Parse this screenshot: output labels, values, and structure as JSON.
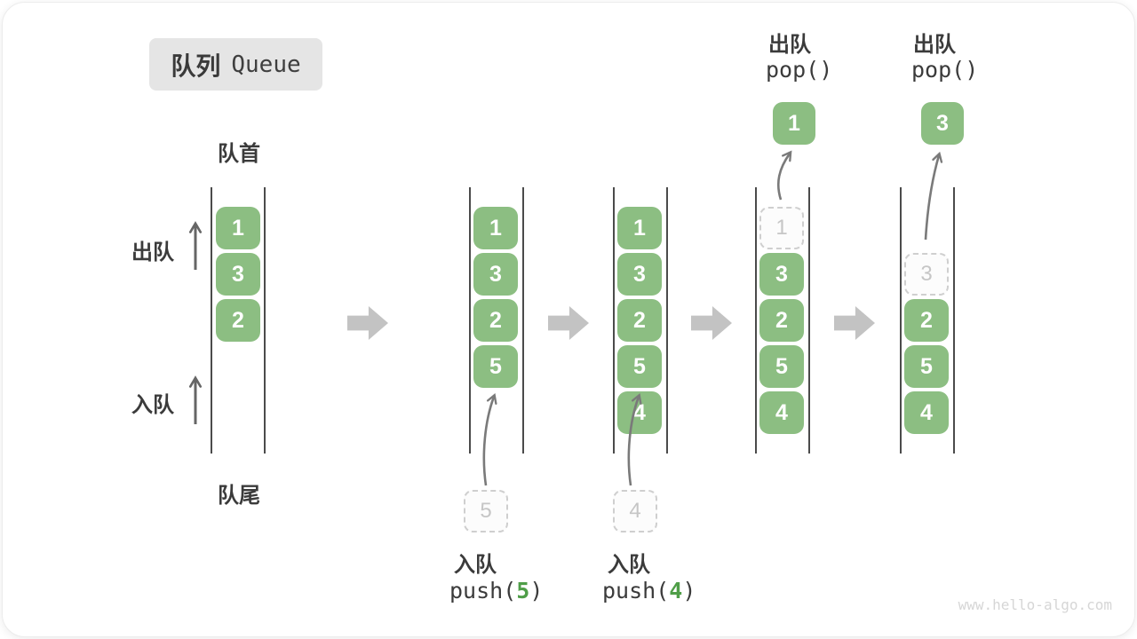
{
  "title": {
    "zh": "队列",
    "en": "Queue"
  },
  "watermark": "www.hello-algo.com",
  "colors": {
    "cell_green": "#8cbe82",
    "code_green": "#4f9e48",
    "line_dark": "#4b4b4b",
    "arrow_gray": "#7a7a7a",
    "label_arrow_gray": "#666666",
    "block_arrow_gray": "#c3c3c3",
    "title_bg": "#e5e5e5",
    "text_dark": "#3b3b3b",
    "ghost_gray": "#c6c6c6"
  },
  "stage1": {
    "front_label": "队首",
    "rear_label": "队尾",
    "dequeue_label": "出队",
    "enqueue_label": "入队",
    "cells": [
      "1",
      "3",
      "2"
    ]
  },
  "stage2": {
    "cells": [
      "1",
      "3",
      "2",
      "5"
    ],
    "incoming": "5",
    "op_label": "入队",
    "fn": "push(",
    "arg": "5",
    "close": ")"
  },
  "stage3": {
    "cells": [
      "1",
      "3",
      "2",
      "5",
      "4"
    ],
    "incoming": "4",
    "op_label": "入队",
    "fn": "push(",
    "arg": "4",
    "close": ")"
  },
  "stage4": {
    "ghost": "1",
    "cells": [
      "3",
      "2",
      "5",
      "4"
    ],
    "popped": "1",
    "op_label": "出队",
    "code": "pop()"
  },
  "stage5": {
    "ghost": "3",
    "cells": [
      "2",
      "5",
      "4"
    ],
    "popped": "3",
    "op_label": "出队",
    "code": "pop()"
  }
}
